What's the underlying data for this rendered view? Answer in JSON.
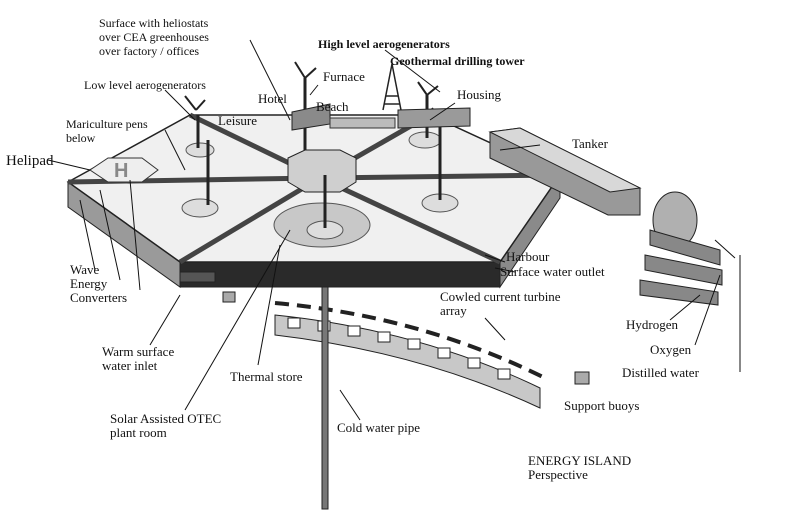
{
  "labels": {
    "surface": "Surface with heliostats\nover CEA greenhouses\nover factory / offices",
    "high_aero": "High level aerogenerators",
    "geothermal": "Geothermal drilling tower",
    "furnace": "Furnace",
    "low_aero": "Low level aerogenerators",
    "hotel": "Hotel",
    "beach": "Beach",
    "housing": "Housing",
    "leisure": "Leisure",
    "mariculture": "Mariculture pens\nbelow",
    "helipad": "Helipad",
    "tanker": "Tanker",
    "harbour": "Harbour",
    "surface_outlet": "Surface water outlet",
    "wave": "Wave\nEnergy\nConverters",
    "cowled": "Cowled current turbine\narray",
    "warm_inlet": "Warm surface\nwater inlet",
    "hydrogen": "Hydrogen",
    "oxygen": "Oxygen",
    "thermal_store": "Thermal store",
    "distilled": "Distilled water",
    "support_buoys": "Support buoys",
    "otec": "Solar Assisted OTEC\nplant room",
    "cold_pipe": "Cold water pipe",
    "helipad_mark": "H",
    "title": "ENERGY ISLAND\nPerspective"
  },
  "colors": {
    "ink": "#111111",
    "deck": "#f0f0f0",
    "wall": "#9a9a9a",
    "dark": "#2a2a2a",
    "mid": "#c8c8c8"
  }
}
